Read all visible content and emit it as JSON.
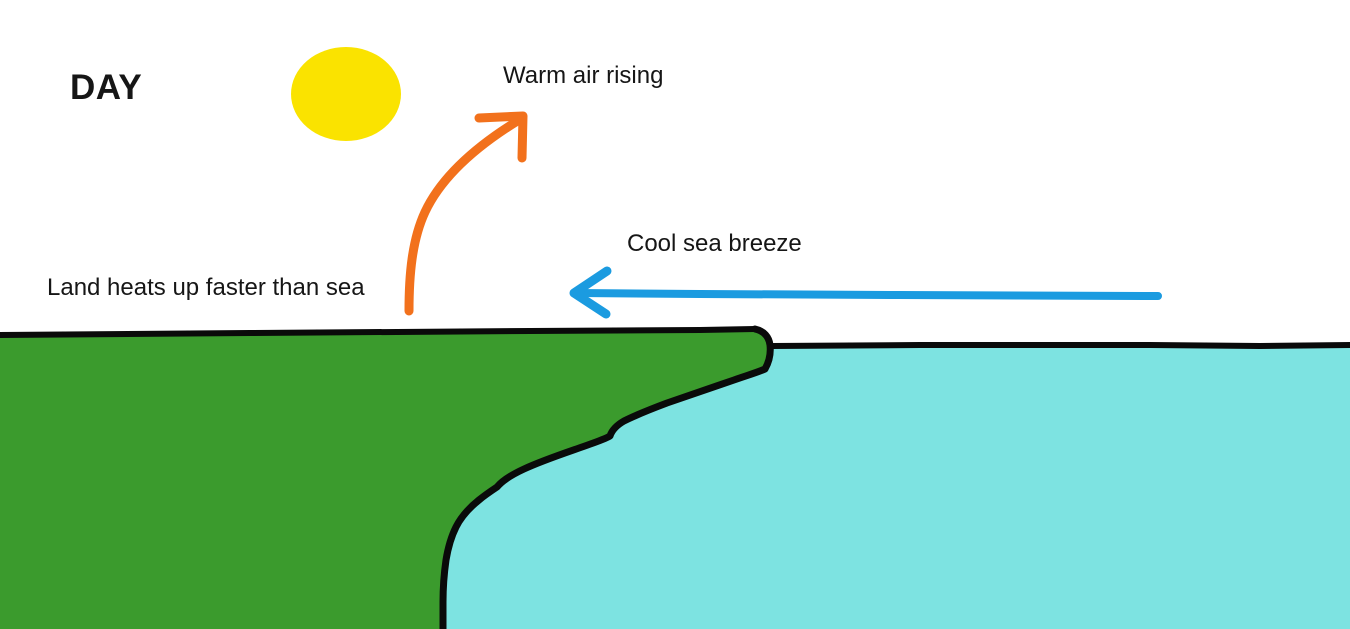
{
  "diagram": {
    "title_label": "DAY",
    "type": "sea-breeze-day-convection-diagram",
    "labels": {
      "warm_air": "Warm air rising",
      "cool_breeze": "Cool sea breeze",
      "land_heats": "Land heats up faster than sea"
    },
    "colors": {
      "sun": "#FAE300",
      "land": "#3B9B2D",
      "sea": "#7DE3E1",
      "outline": "#0A0A0A",
      "warm_arrow": "#F2711C",
      "cool_arrow": "#1B9BE0",
      "text": "#161616",
      "background": "#FFFFFF"
    },
    "elements": {
      "sun_name": "sun",
      "land_name": "land-mass",
      "sea_name": "sea-water",
      "warm_arrow_name": "warm-air-rising-arrow",
      "cool_arrow_name": "cool-sea-breeze-arrow"
    }
  }
}
